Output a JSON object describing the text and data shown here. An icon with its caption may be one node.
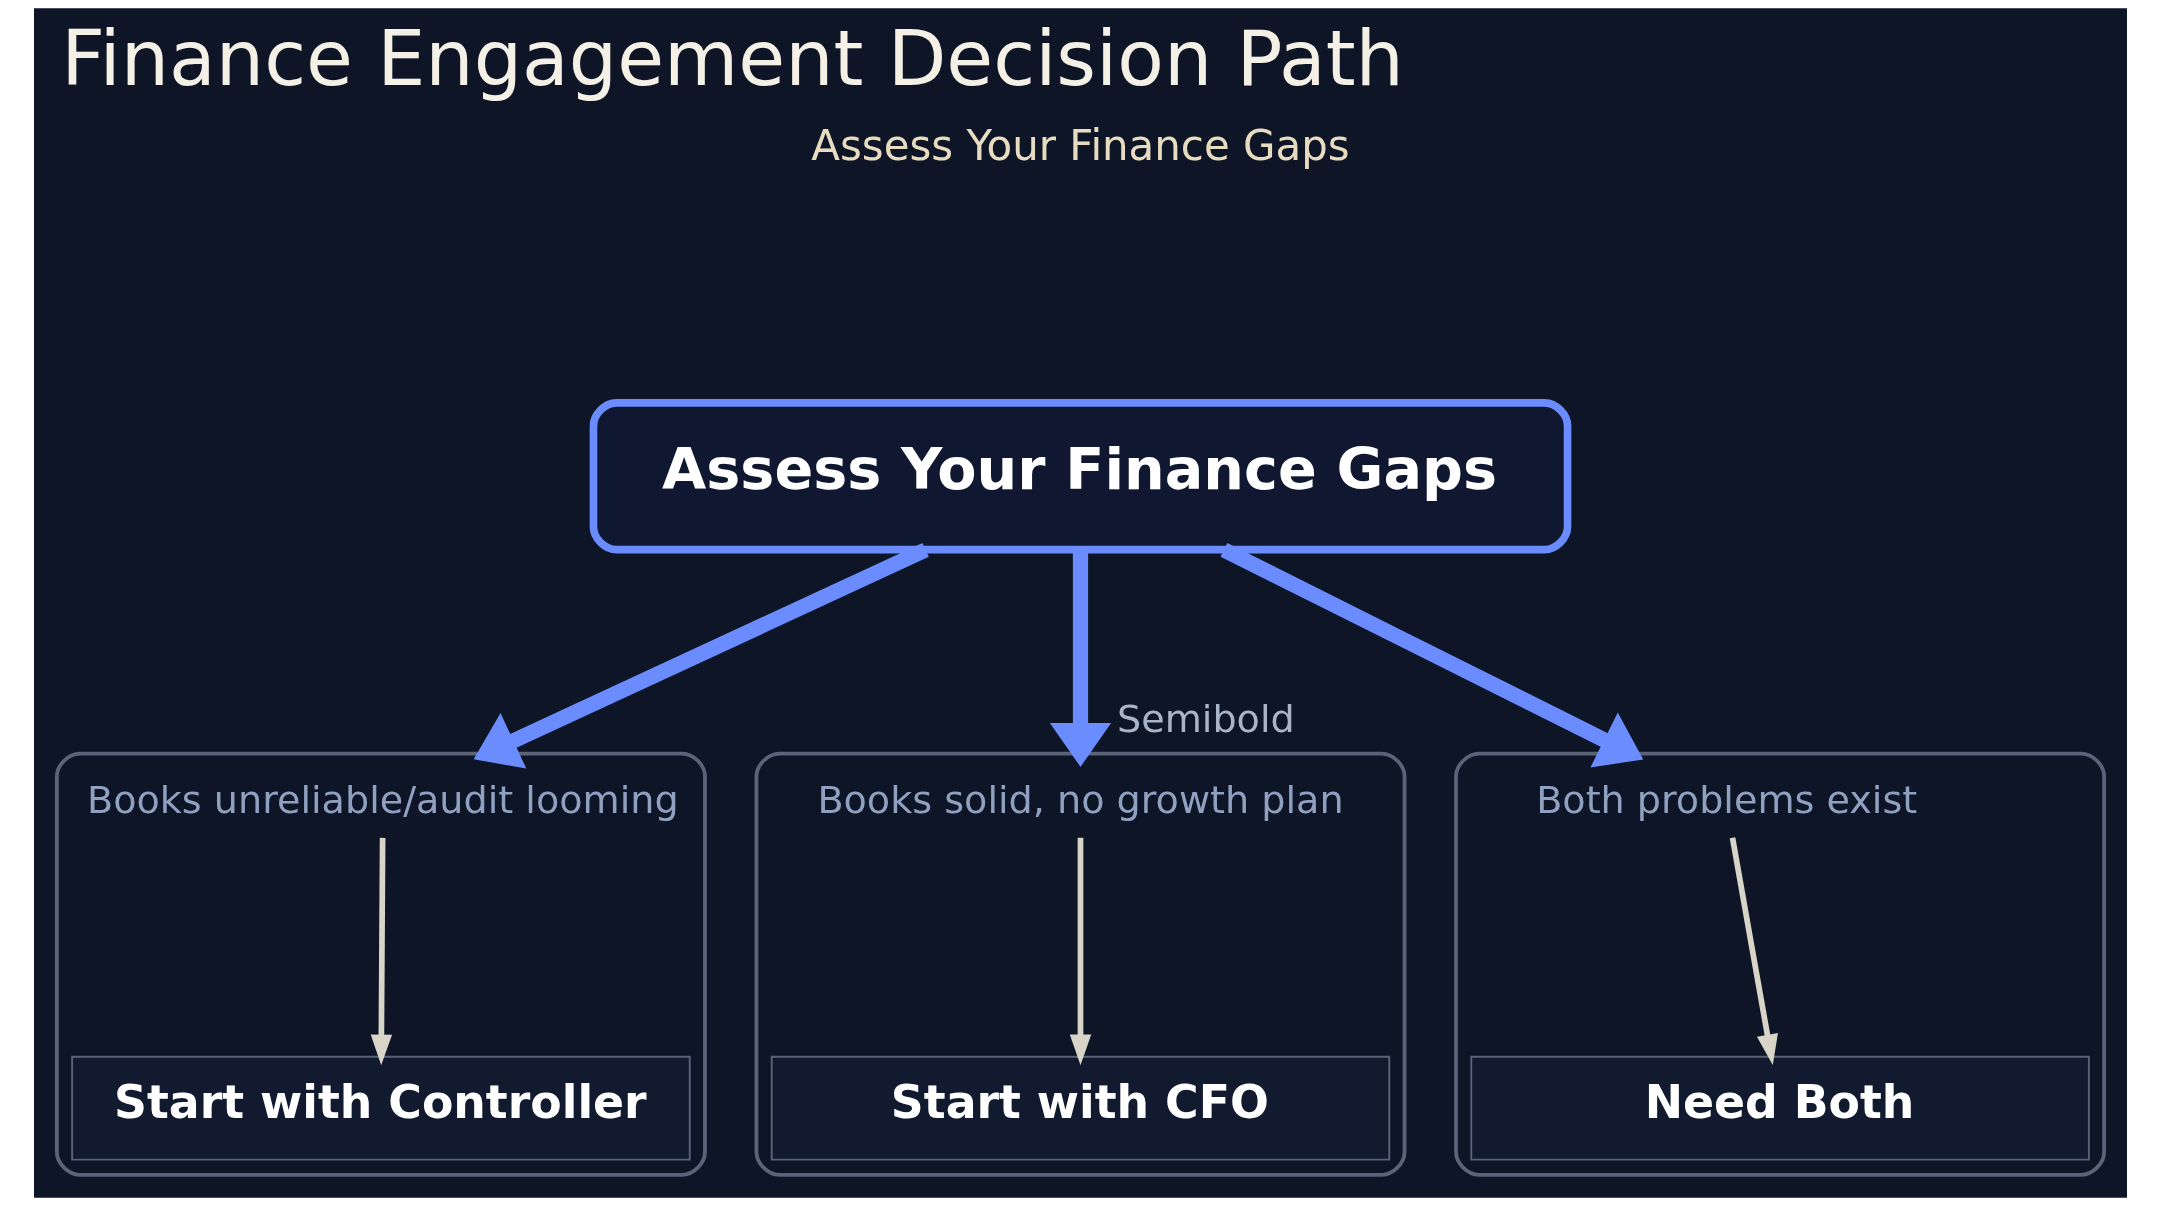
{
  "diagram": {
    "title": "Finance Engagement Decision Path",
    "nodes": [
      {
        "text": [
          "Assess Your Finance Gaps"
        ]
      },
      {
        "text": [],
        "shape": "box"
      },
      {
        "text": [
          "Books unreliable/audit looming"
        ],
        "in": 1
      },
      {
        "text": [
          "Start with Controller"
        ],
        "in": 1
      },
      {
        "text": [],
        "shape": "box"
      },
      {
        "text": [
          "Books solid, no growth plan"
        ],
        "in": 4
      },
      {
        "text": [
          "Start with CFO"
        ],
        "in": 4
      },
      {
        "text": [],
        "shape": "box"
      },
      {
        "text": [
          "Both problems exist"
        ],
        "in": 7
      },
      {
        "text": [
          "Need Both"
        ],
        "in": 7
      }
    ],
    "edges": [
      {
        "from": 0,
        "to": 1,
        "arrow": "to",
        "style": "thick"
      },
      {
        "from": 0,
        "to": 4,
        "arrow": "to",
        "style": "thick",
        "label": "Semibold"
      },
      {
        "from": 0,
        "to": 7,
        "arrow": "to",
        "style": "thick"
      },
      {
        "from": 2,
        "to": 3,
        "arrow": "to",
        "color": "#d8d4c8"
      },
      {
        "from": 5,
        "to": 6,
        "arrow": "to",
        "color": "#d8d4c8"
      },
      {
        "from": 8,
        "to": 9,
        "arrow": "to",
        "color": "#d8d4c8"
      }
    ],
    "labels": [
      "Assess Your Finance Gaps"
    ]
  }
}
